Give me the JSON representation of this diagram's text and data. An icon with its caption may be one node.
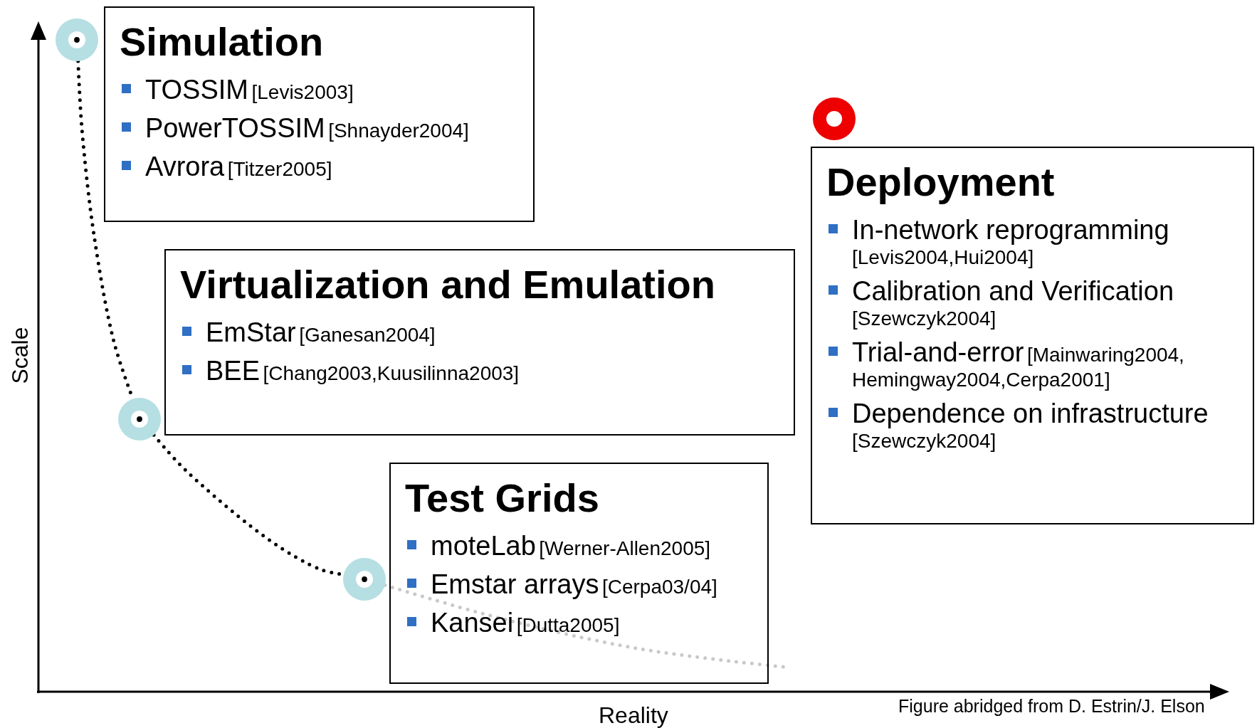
{
  "diagram": {
    "nodes": [
      {
        "text": [
          "Simulation",
          "TOSSIM",
          "[Levis2003]",
          "PowerTOSSIM",
          "[Shnayder2004]",
          "Avrora",
          "[Titzer2005]"
        ]
      },
      {
        "text": [
          "Virtualization and Emulation",
          "EmStar",
          "[Ganesan2004]",
          "BEE",
          "[Chang2003,Kuusilinna2003]"
        ]
      },
      {
        "text": [
          "Test Grids",
          "moteLab",
          "[Werner-Allen2005]",
          "Emstar arrays",
          "[Cerpa03/04]",
          "Kansei",
          "[Dutta2005]"
        ]
      },
      {
        "text": [
          "Deployment",
          "In-network reprogramming",
          "[Levis2004,Hui2004]",
          "Calibration and Verification",
          "[Szewczyk2004]",
          "Trial-and-error",
          "[Mainwaring2004, Hemingway2004,Cerpa2001]",
          "Dependence on infrastructure",
          "[Szewczyk2004]"
        ]
      },
      {
        "text": [],
        "shape": "circle"
      },
      {
        "text": [],
        "shape": "circle"
      },
      {
        "text": [],
        "shape": "circle"
      },
      {
        "text": [],
        "shape": "circle"
      }
    ],
    "edges": [
      {
        "from": 4,
        "to": 5,
        "arrow": "none",
        "style": "dashed"
      },
      {
        "from": 5,
        "to": 6,
        "arrow": "none",
        "style": "dashed"
      },
      {
        "from": 6,
        "to": null,
        "arrow": "none",
        "style": "dashed",
        "color": "#c8c8c8"
      }
    ],
    "labels": [
      "Scale",
      "Reality",
      "Figure abridged from D. Estrin/J. Elson"
    ]
  }
}
